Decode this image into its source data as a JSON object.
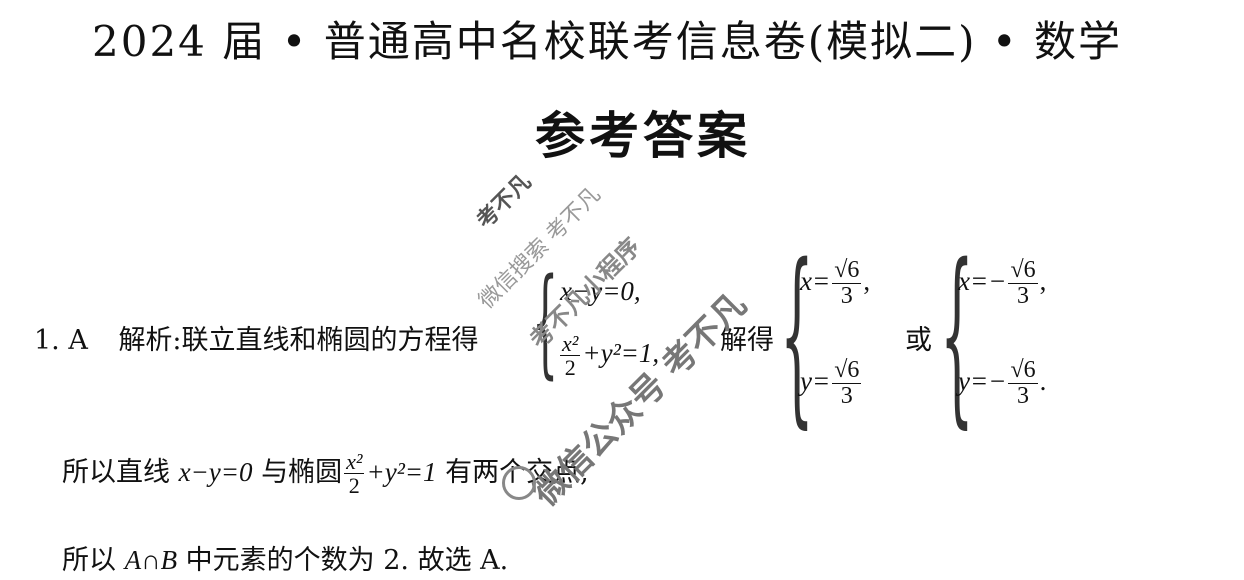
{
  "document": {
    "title": "2024 届 • 普通高中名校联考信息卷(模拟二) • 数学",
    "subtitle": "参考答案"
  },
  "answer_1": {
    "number": "1. A",
    "lead": "解析:联立直线和椭圆的方程得",
    "system": {
      "eq1": "x−y=0,",
      "eq2_num": "x²",
      "eq2_den": "2",
      "eq2_rest": "+y²=1,"
    },
    "solve_label": "解得",
    "solution_1": {
      "x_lhs": "x=",
      "x_num": "√6",
      "x_den": "3",
      "x_tail": ",",
      "y_lhs": "y=",
      "y_num": "√6",
      "y_den": "3"
    },
    "or_label": "或",
    "solution_2": {
      "x_lhs": "x=−",
      "x_num": "√6",
      "x_den": "3",
      "x_tail": ",",
      "y_lhs": "y=−",
      "y_num": "√6",
      "y_den": "3",
      "y_tail": "."
    },
    "conclusion_1": {
      "pre": "所以直线",
      "line_eq": "x−y=0",
      "mid": "与椭圆",
      "frac_num": "x²",
      "frac_den": "2",
      "post_eq": "+y²=1",
      "tail": "有两个交点,"
    },
    "conclusion_2": {
      "pre": "所以",
      "set": "A∩B",
      "tail": "中元素的个数为 2. 故选 A."
    }
  },
  "watermarks": {
    "w1": "考不凡",
    "w2": "微信搜索 考不凡",
    "w3": "考不凡小程序",
    "w4": "微信公众号 考不凡"
  }
}
